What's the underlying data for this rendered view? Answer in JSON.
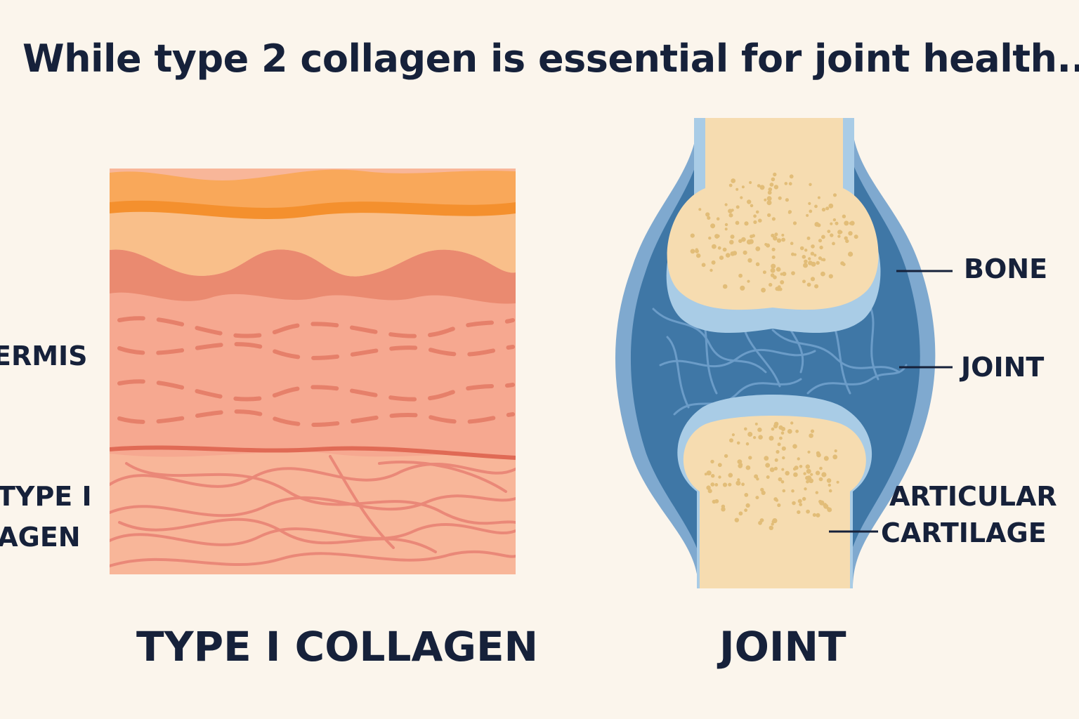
{
  "headline": "While type 2 collagen is essential for joint health...",
  "skin": {
    "labels": {
      "dermis": "ERMIS",
      "type1_line1": "TYPE I",
      "type1_line2": "LAGEN"
    },
    "caption": "TYPE I COLLAGEN"
  },
  "joint": {
    "labels": {
      "bone": "BONE",
      "joint": "JOINT",
      "articular_line1": "ARTICULAR",
      "articular_line2": "CARTILAGE"
    },
    "caption": "JOINT"
  },
  "colors": {
    "background": "#fbf5ec",
    "text": "#16213a",
    "skin_top": "#f9a85a",
    "skin_stripe": "#f4902e",
    "skin_mid": "#f9bf8a",
    "skin_epidermis": "#ea8a70",
    "skin_dermis": "#f6a890",
    "skin_fiber": "#e6806a",
    "skin_lower": "#f8b699",
    "joint_outer": "#7fa9cf",
    "joint_capsule": "#3f77a6",
    "bone": "#f6dcb0",
    "bone_dots": "#e2bd78",
    "cartilage": "#a9cce6"
  }
}
